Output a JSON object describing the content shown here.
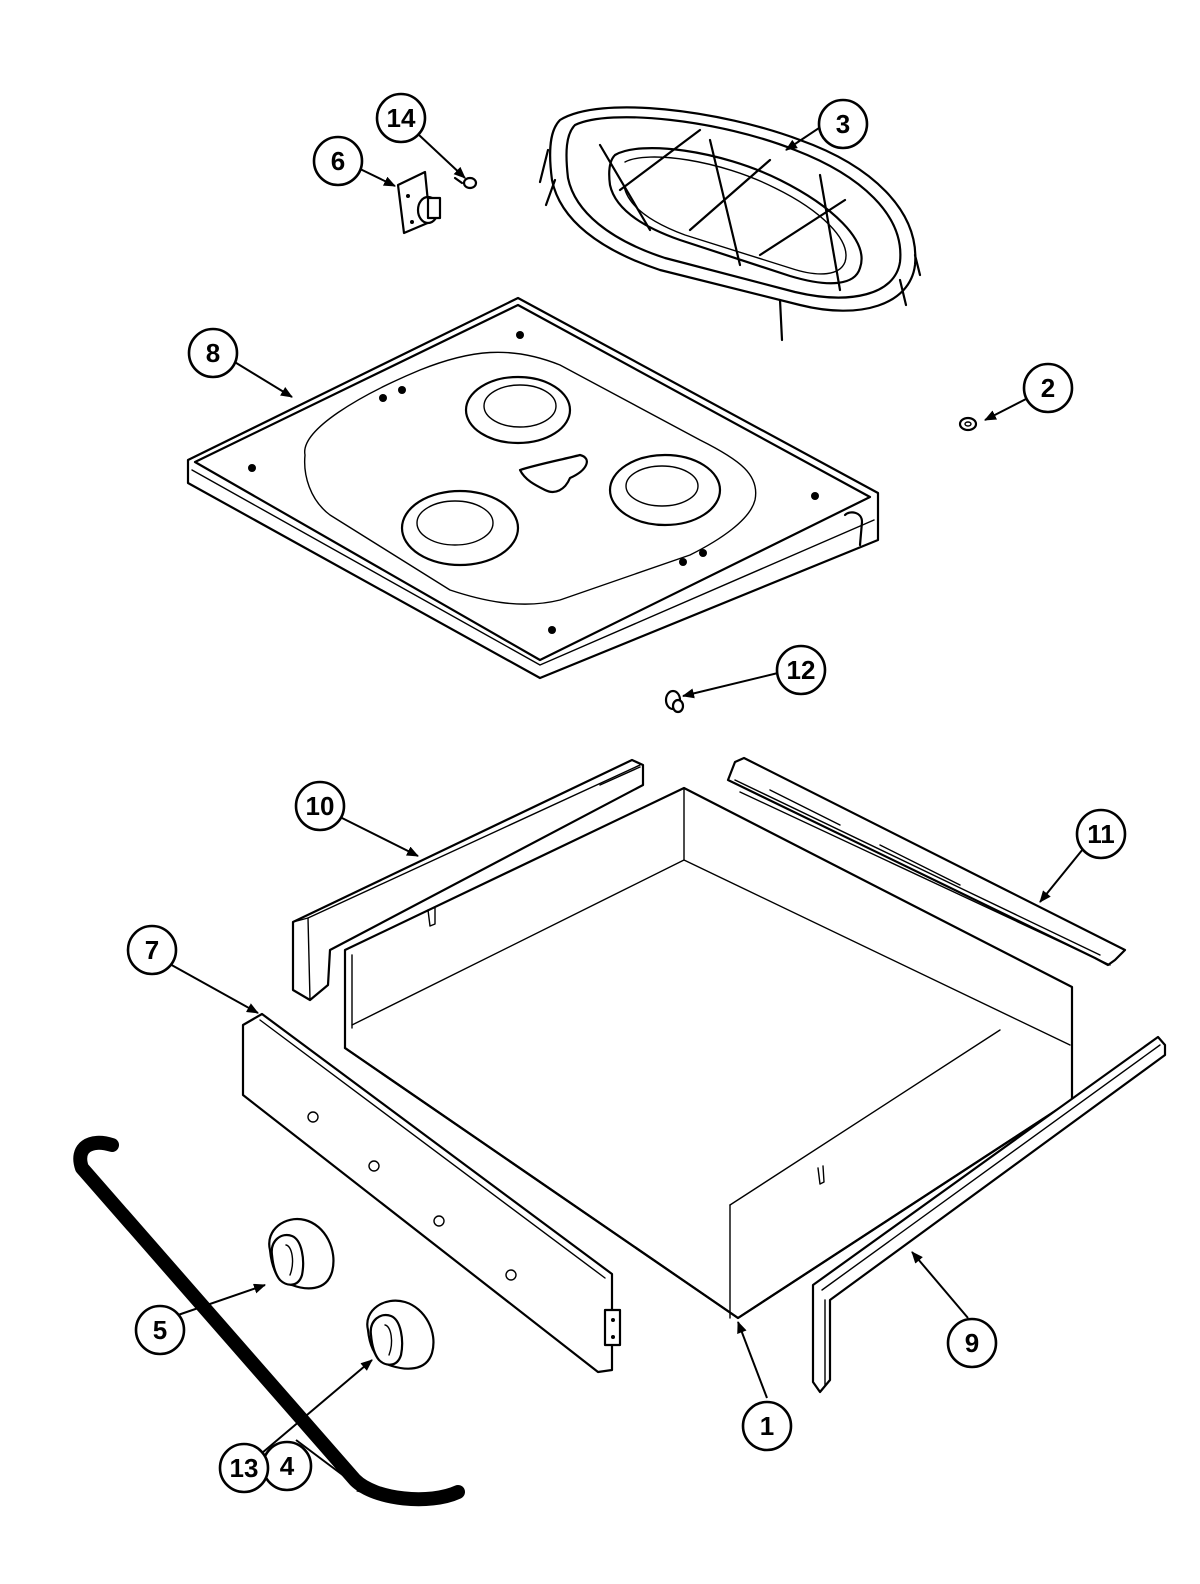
{
  "callouts": [
    {
      "id": "1",
      "label": "1"
    },
    {
      "id": "2",
      "label": "2"
    },
    {
      "id": "3",
      "label": "3"
    },
    {
      "id": "4",
      "label": "4"
    },
    {
      "id": "5",
      "label": "5"
    },
    {
      "id": "6",
      "label": "6"
    },
    {
      "id": "7",
      "label": "7"
    },
    {
      "id": "8",
      "label": "8"
    },
    {
      "id": "9",
      "label": "9"
    },
    {
      "id": "10",
      "label": "10"
    },
    {
      "id": "11",
      "label": "11"
    },
    {
      "id": "12",
      "label": "12"
    },
    {
      "id": "13",
      "label": "13"
    },
    {
      "id": "14",
      "label": "14"
    }
  ],
  "colors": {
    "line": "#000000",
    "background": "#ffffff"
  }
}
